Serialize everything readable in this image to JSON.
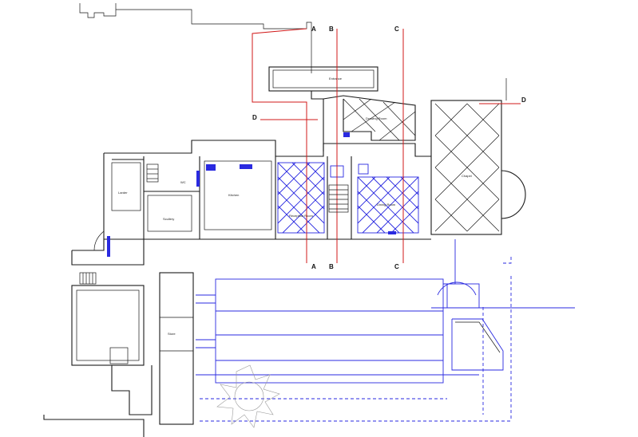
{
  "section_markers": {
    "a_top": "A",
    "a_bottom": "A",
    "b_top": "B",
    "b_bottom": "B",
    "c_top": "C",
    "c_bottom": "C",
    "d_left": "D",
    "d_right": "D"
  },
  "rooms": {
    "larder": "Larder",
    "scullery": "Scullery",
    "kitchen": "Kitchen",
    "reception": "Reception Room",
    "dining": "Dining Room",
    "drawing": "Drawing Room",
    "entrance": "Entrance",
    "chapel": "Chapel",
    "store": "Store",
    "wc": "WC"
  },
  "colors": {
    "walls": "#1a1a1a",
    "proposed": "#2a2ae0",
    "section_lines": "#d11a1a",
    "landscape": "#9a9a9a"
  }
}
